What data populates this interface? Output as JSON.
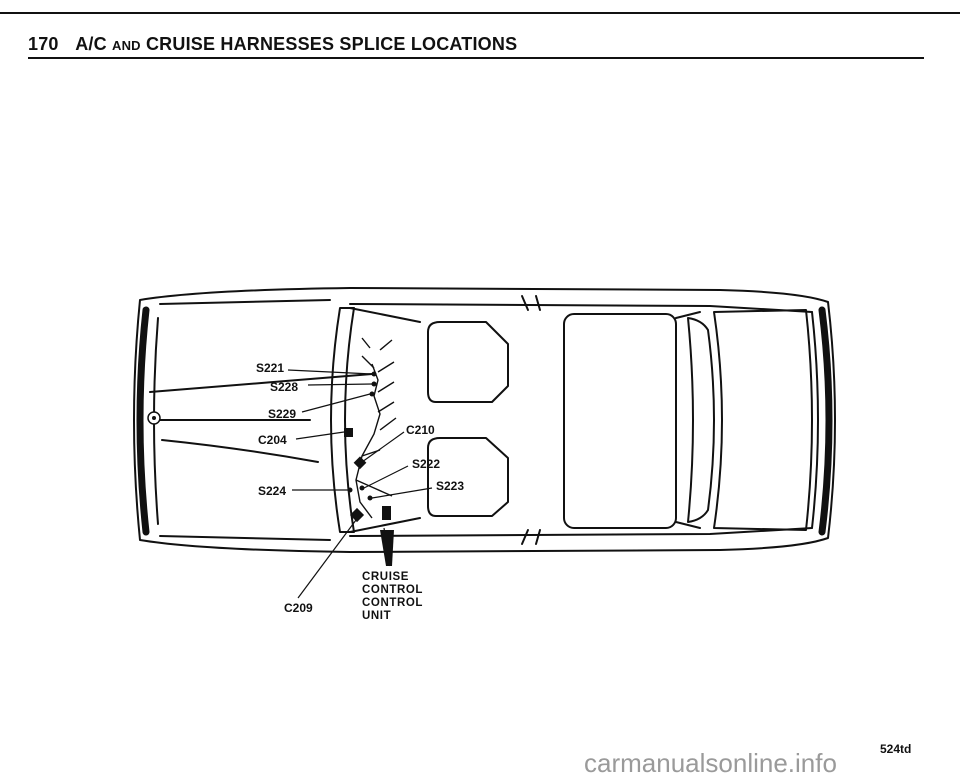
{
  "header": {
    "page_number": "170",
    "title_part1": "A/C",
    "title_and": "AND",
    "title_part2": "CRUISE HARNESSES SPLICE LOCATIONS"
  },
  "labels": {
    "s221": "S221",
    "s228": "S228",
    "s229": "S229",
    "c204": "C204",
    "s224": "S224",
    "c210": "C210",
    "s222": "S222",
    "s223": "S223",
    "c209": "C209"
  },
  "cruise_caption": {
    "line1": "CRUISE",
    "line2": "CONTROL",
    "line3": "CONTROL",
    "line4": "UNIT"
  },
  "footer": {
    "figure_code": "524td",
    "watermark": "carmanualsonline.info"
  }
}
